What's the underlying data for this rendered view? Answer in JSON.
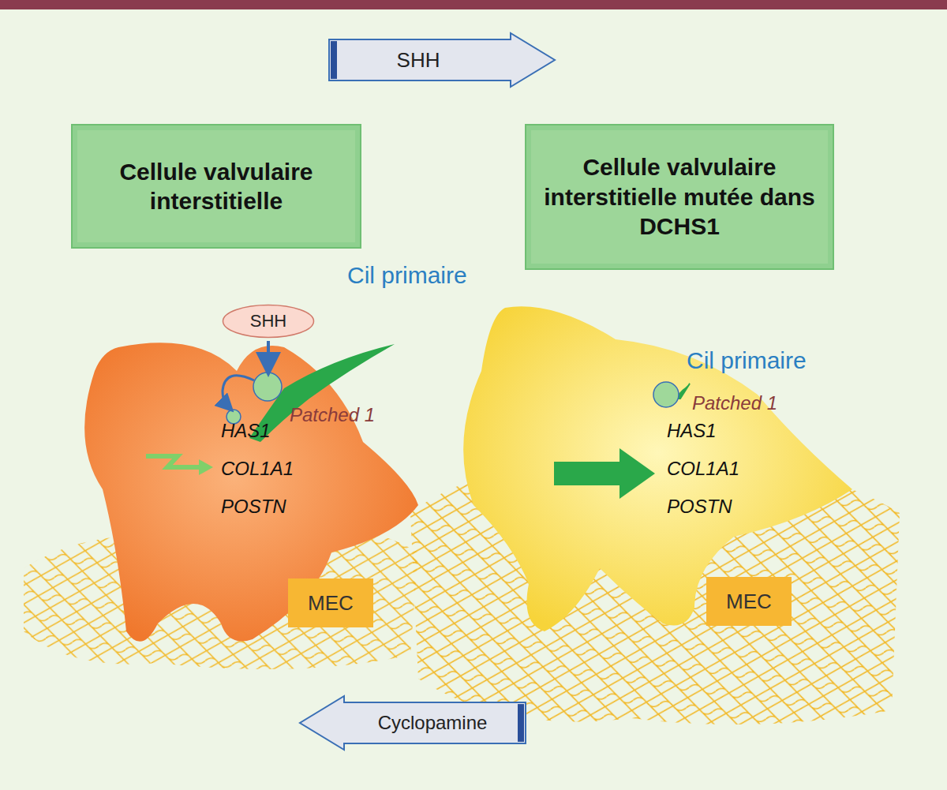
{
  "diagram": {
    "nodes": [
      {
        "text": [
          "SHH"
        ]
      },
      {
        "text": [
          "Cellule valvulaire interstitielle"
        ]
      },
      {
        "text": [
          "Cellule valvulaire interstitielle mutée dans DCHS1"
        ]
      },
      {
        "text": [
          "SHH"
        ]
      },
      {
        "text": [
          "MEC"
        ]
      },
      {
        "text": [
          "MEC"
        ]
      },
      {
        "text": [
          "Cyclopamine"
        ]
      }
    ],
    "labels": [
      "Cil primaire",
      "Patched 1",
      "HAS1",
      "COL1A1",
      "POSTN",
      "Cil primaire",
      "Patched 1",
      "HAS1",
      "COL1A1",
      "POSTN"
    ]
  }
}
